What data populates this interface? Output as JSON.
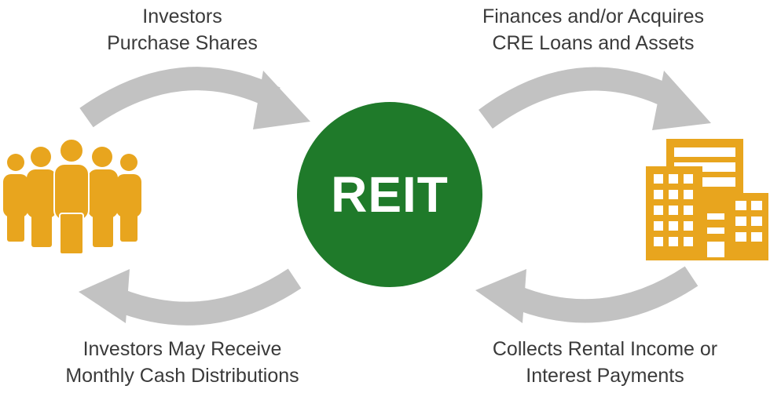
{
  "center": {
    "label": "REIT"
  },
  "labels": {
    "top_left": [
      "Investors",
      "Purchase Shares"
    ],
    "top_right": [
      "Finances and/or Acquires",
      "CRE Loans and Assets"
    ],
    "bottom_left": [
      "Investors May Receive",
      "Monthly Cash Distributions"
    ],
    "bottom_right": [
      "Collects Rental Income or",
      "Interest Payments"
    ]
  },
  "colors": {
    "center_fill": "#1f7a2a",
    "icon_fill": "#e8a51e",
    "arrow_fill": "#c2c2c2",
    "text": "#3a3a3a"
  },
  "icons": {
    "left": "people-group-icon",
    "right": "office-buildings-icon"
  }
}
